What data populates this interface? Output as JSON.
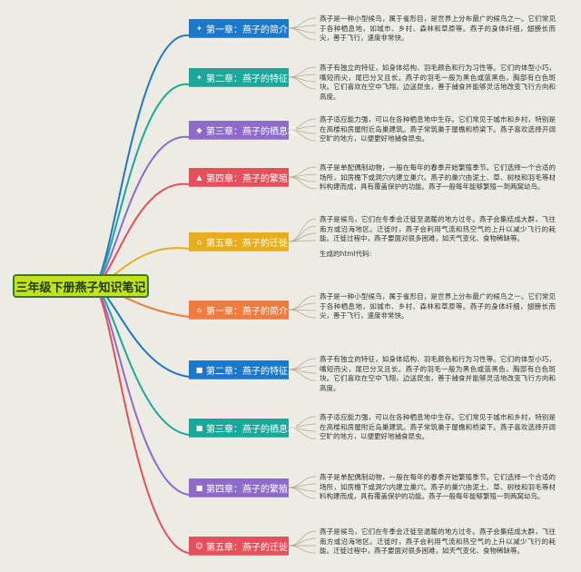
{
  "root": {
    "title": "三年级下册燕子知识笔记",
    "color": "#c4e11f",
    "border_color": "#2e7d32"
  },
  "chapters": [
    {
      "label": "第一章：燕子的简介",
      "color": "#1e78c8",
      "icon": "bird-icon",
      "text": "燕子是一种小型候鸟，属于雀形目，是世界上分布最广的候鸟之一。它们常见于各种栖息地，如城市、乡村、森林和草原等。燕子的身体纤细，翅膀长而尖，善于飞行，速度非常快。",
      "extra": ""
    },
    {
      "label": "第二章：燕子的特征",
      "color": "#1aa89a",
      "icon": "feather-icon",
      "text": "燕子有独立的特征，如身体结构、羽毛颜色和行为习性等。它们的体型小巧，嘴短而尖，尾巴分叉且长。燕子的羽毛一般为黑色或蓝黑色，胸部有白色斑块。它们喜欢在空中飞翔，边送昆虫，善于捕食并能够灵活地改变飞行方向和高度。",
      "extra": ""
    },
    {
      "label": "第三章：燕子的栖息地",
      "color": "#8e6bc9",
      "icon": "diamond-icon",
      "text": "燕子适应能力强，可以在各种栖息地中生存。它们常见于城市和乡村，特别是在高楼和房屋附近岛巢建筑。燕子常筑巢于屋檐和桥梁下。燕子喜欢选择开阔空旷的地方，以便更好地捕食昆虫。",
      "extra": ""
    },
    {
      "label": "第四章：燕子的繁殖",
      "color": "#e5505c",
      "icon": "flame-icon",
      "text": "燕子是单配偶制动物，一般在每年的春季开始繁殖季节。它们选择一个合适的场所，如房檐下或洞穴内建立巢穴。燕子的巢穴由泥土、草、树枝和羽毛等材料构建而成，具有覆盖保护的功能。燕子一般每年能够繁殖一到两窝幼鸟。",
      "extra": ""
    },
    {
      "label": "第五章：燕子的迁徙",
      "color": "#e8ad1e",
      "icon": "home-icon",
      "text": "燕子是候鸟，它们在冬季会迁徙至温暖的地方过冬。燕子会集结成大群，飞往南方或沿海地区。迁徙时，燕子会利用气流和热空气的上升以减少飞行的耗能。迁徙过程中，燕子要面对很多困难，如天气变化、食物稀缺等。",
      "extra": "生成的html代码:"
    },
    {
      "label": "第一章：燕子的简介",
      "color": "#f07b3e",
      "icon": "home-icon",
      "text": "燕子是一种小型候鸟，属于雀形目，是世界上分布最广的候鸟之一。它们常见于各种栖息地，如城市、乡村、森林和草原等。燕子的身体纤细，翅膀长而尖，善于飞行，速度非常快。",
      "extra": ""
    },
    {
      "label": "第二章：燕子的特征",
      "color": "#1e78c8",
      "icon": "square-icon",
      "text": "燕子有独立的特征，如身体结构、羽毛颜色和行为习性等。它们的体型小巧，嘴短而尖，尾巴分叉且长。燕子的羽毛一般为黑色或蓝黑色，胸部有白色斑块。它们喜欢在空中飞翔，边送昆虫，善于捕食并能够灵活地改变飞行方向和高度。",
      "extra": ""
    },
    {
      "label": "第三章：燕子的栖息地",
      "color": "#1aa89a",
      "icon": "square-icon",
      "text": "燕子适应能力强，可以在各种栖息地中生存。它们常见于城市和乡村，特别是在高楼和房屋附近岛巢建筑。燕子常筑巢于屋檐和桥梁下。燕子喜欢选择开阔空旷的地方，以便更好地捕食昆虫。",
      "extra": ""
    },
    {
      "label": "第四章：燕子的繁殖",
      "color": "#8e6bc9",
      "icon": "square-icon",
      "text": "燕子是单配偶制动物，一般在每年的春季开始繁殖季节。它们选择一个合适的场所，如房檐下或洞穴内建立巢穴。燕子的巢穴由泥土、草、树枝和羽毛等材料构建而成，具有覆盖保护的功能。燕子一般每年能够繁殖一到两窝幼鸟。",
      "extra": ""
    },
    {
      "label": "第五章：燕子的迁徙",
      "color": "#e5505c",
      "icon": "face-icon",
      "text": "燕子是候鸟，它们在冬季会迁徙至温暖的地方过冬。燕子会集结成大群，飞往南方或沿海地区。迁徙时，燕子会利用气流和热空气的上升以减少飞行的耗能。迁徙过程中，燕子要面对很多困难，如天气变化、食物稀缺等。",
      "extra": ""
    }
  ]
}
